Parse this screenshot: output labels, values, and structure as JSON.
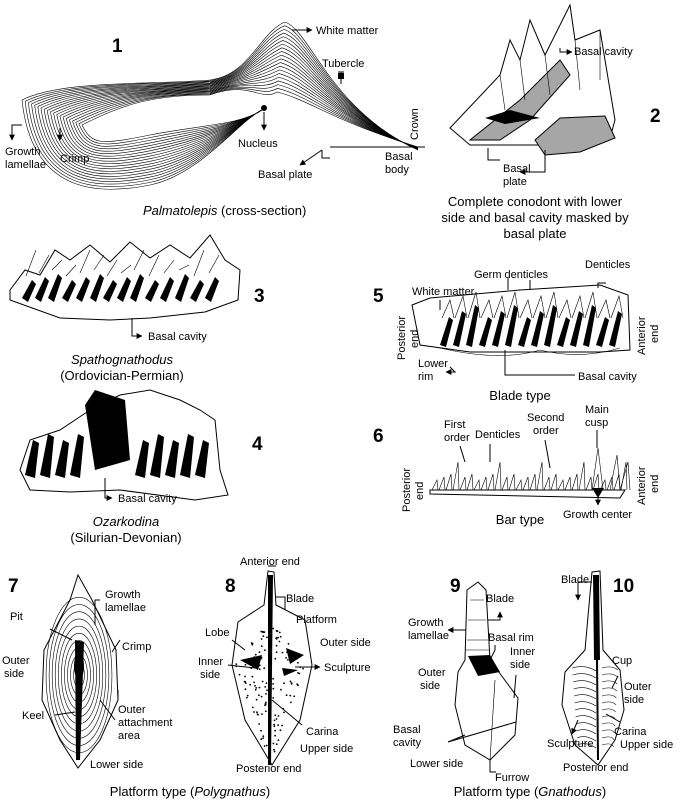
{
  "panels": [
    {
      "id": "1",
      "number": "1",
      "caption_italic": "Palmatolepis",
      "caption_rest": " (cross-section)",
      "labels": {
        "white_matter": "White matter",
        "tubercle": "Tubercle",
        "crown": "Crown",
        "basal_body_1": "Basal",
        "basal_body_2": "body",
        "growth_lamellae_1": "Growth",
        "growth_lamellae_2": "lamellae",
        "crimp": "Crimp",
        "nucleus": "Nucleus",
        "basal_plate": "Basal plate"
      }
    },
    {
      "id": "2",
      "number": "2",
      "caption_lines": [
        "Complete conodont with lower",
        "side and basal cavity masked by",
        "basal plate"
      ],
      "labels": {
        "basal_cavity": "Basal cavity",
        "basal_plate_1": "Basal",
        "basal_plate_2": "plate"
      }
    },
    {
      "id": "3",
      "number": "3",
      "caption_italic": "Spathognathodus",
      "caption_sub": "(Ordovician-Permian)",
      "labels": {
        "basal_cavity": "Basal cavity"
      }
    },
    {
      "id": "4",
      "number": "4",
      "caption_italic": "Ozarkodina",
      "caption_sub": "(Silurian-Devonian)",
      "labels": {
        "basal_cavity": "Basal cavity"
      }
    },
    {
      "id": "5",
      "number": "5",
      "caption": "Blade type",
      "labels": {
        "germ_denticles": "Germ denticles",
        "denticles": "Denticles",
        "white_matter": "White matter",
        "posterior_1": "Posterior",
        "posterior_2": "end",
        "anterior_1": "Anterior",
        "anterior_2": "end",
        "lower_rim_1": "Lower",
        "lower_rim_2": "rim",
        "basal_cavity": "Basal cavity"
      }
    },
    {
      "id": "6",
      "number": "6",
      "caption": "Bar type",
      "labels": {
        "first_order_1": "First",
        "first_order_2": "order",
        "denticles": "Denticles",
        "second_order_1": "Second",
        "second_order_2": "order",
        "main_cusp_1": "Main",
        "main_cusp_2": "cusp",
        "posterior_1": "Posterior",
        "posterior_2": "end",
        "anterior_1": "Anterior",
        "anterior_2": "end",
        "growth_center": "Growth center"
      }
    },
    {
      "id": "7",
      "number": "7",
      "labels": {
        "pit": "Pit",
        "growth_lamellae_1": "Growth",
        "growth_lamellae_2": "lamellae",
        "outer_side_1": "Outer",
        "outer_side_2": "side",
        "crimp": "Crimp",
        "keel": "Keel",
        "outer_attach_1": "Outer",
        "outer_attach_2": "attachment",
        "outer_attach_3": "area",
        "lower_side": "Lower side"
      }
    },
    {
      "id": "8",
      "number": "8",
      "labels": {
        "anterior_end": "Anterior end",
        "blade": "Blade",
        "platform": "Platform",
        "outer_side": "Outer side",
        "lobe": "Lobe",
        "inner_side_1": "Inner",
        "inner_side_2": "side",
        "sculpture": "Sculpture",
        "carina": "Carina",
        "upper_side": "Upper side",
        "posterior_end": "Posterior end"
      }
    },
    {
      "id": "9",
      "number": "9",
      "labels": {
        "blade": "Blade",
        "growth_lamellae_1": "Growth",
        "growth_lamellae_2": "lamellae",
        "basal_rim": "Basal rim",
        "inner_side_1": "Inner",
        "inner_side_2": "side",
        "outer_side_1": "Outer",
        "outer_side_2": "side",
        "basal_cavity_1": "Basal",
        "basal_cavity_2": "cavity",
        "lower_side": "Lower side",
        "furrow": "Furrow"
      }
    },
    {
      "id": "10",
      "number": "10",
      "labels": {
        "blade": "Blade",
        "cup": "Cup",
        "outer_side_1": "Outer",
        "outer_side_2": "side",
        "carina": "Carina",
        "upper_side": "Upper side",
        "sculpture": "Sculpture",
        "posterior_end": "Posterior end"
      }
    }
  ],
  "bottom_captions": {
    "polygnathus_pre": "Platform type (",
    "polygnathus_it": "Polygnathus",
    "polygnathus_post": ")",
    "gnathodus_pre": "Platform type (",
    "gnathodus_it": "Gnathodus",
    "gnathodus_post": ")"
  },
  "colors": {
    "ink": "#000000",
    "fill_grey": "#a6a6a6",
    "background": "#ffffff"
  }
}
